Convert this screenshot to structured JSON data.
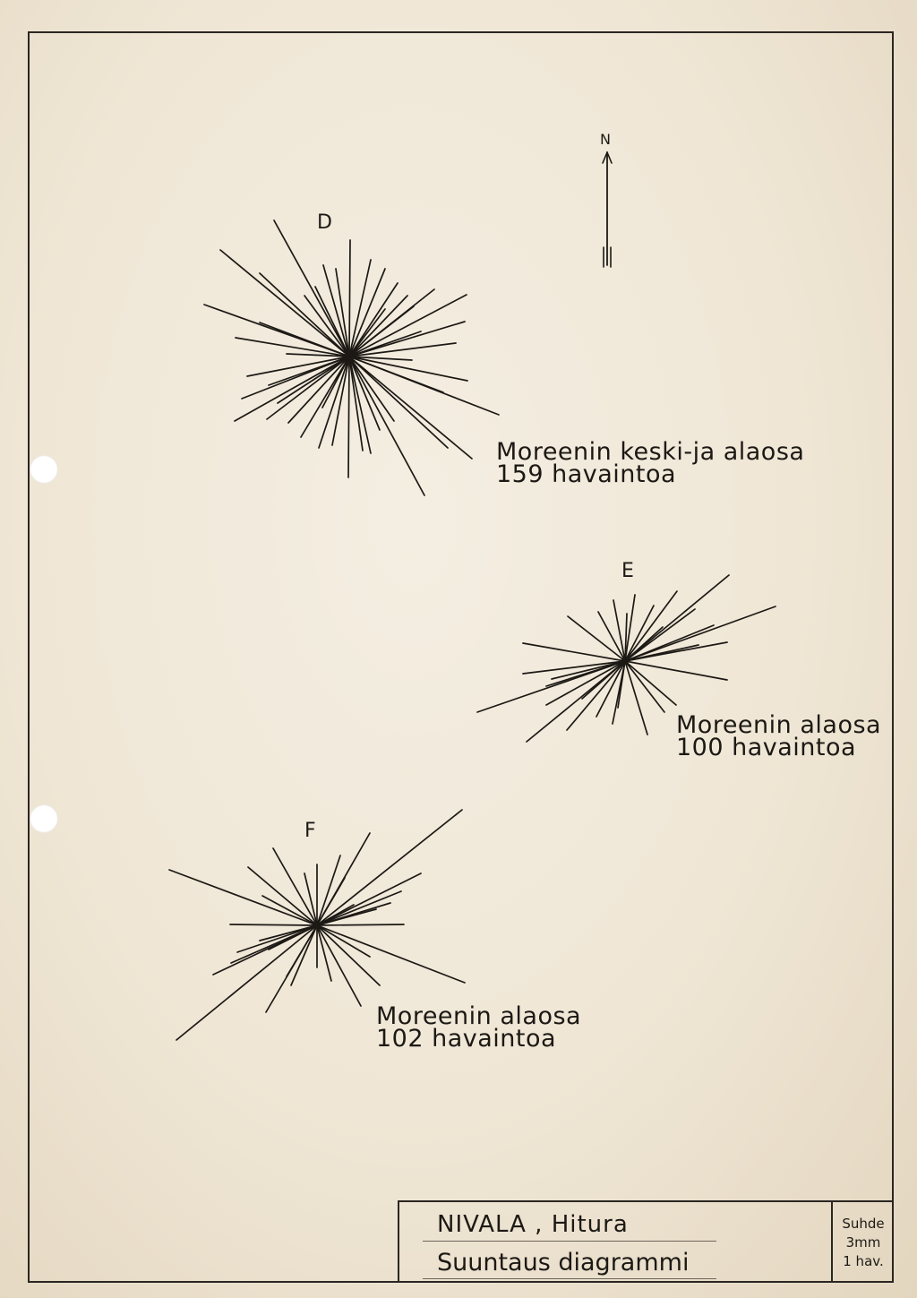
{
  "north": {
    "label": "N"
  },
  "roses": [
    {
      "id": "D",
      "label": "D",
      "caption_line1": "Moreenin keski-ja alaosa",
      "caption_line2": "159 havaintoa"
    },
    {
      "id": "E",
      "label": "E",
      "caption_line1": "Moreenin alaosa",
      "caption_line2": "100 havaintoa"
    },
    {
      "id": "F",
      "label": "F",
      "caption_line1": "Moreenin alaosa",
      "caption_line2": "102 havaintoa"
    }
  ],
  "title_block": {
    "place": "NIVALA , Hitura",
    "title": "Suuntaus diagrammi",
    "scale_line1": "Suhde",
    "scale_line2": "3mm",
    "scale_line3": "1 hav."
  }
}
